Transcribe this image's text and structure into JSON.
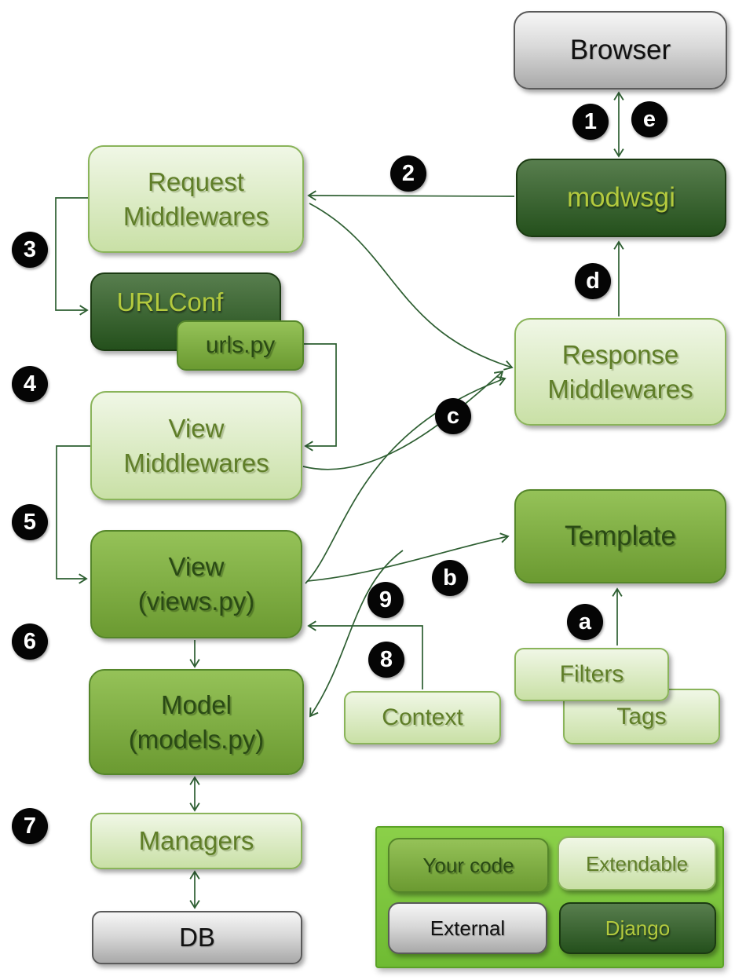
{
  "nodes": {
    "browser": "Browser",
    "modwsgi": "modwsgi",
    "request_middlewares": "Request\nMiddlewares",
    "urlconf": "URLConf",
    "urls_py": "urls.py",
    "view_middlewares": "View\nMiddlewares",
    "view": "View\n(views.py)",
    "model": "Model\n(models.py)",
    "managers": "Managers",
    "db": "DB",
    "response_middlewares": "Response\nMiddlewares",
    "template": "Template",
    "filters": "Filters",
    "tags": "Tags",
    "context": "Context"
  },
  "steps": {
    "s1": "1",
    "s2": "2",
    "s3": "3",
    "s4": "4",
    "s5": "5",
    "s6": "6",
    "s7": "7",
    "s8": "8",
    "s9": "9",
    "sa": "a",
    "sb": "b",
    "sc": "c",
    "sd": "d",
    "se": "e"
  },
  "legend": {
    "your_code": "Your code",
    "extendable": "Extendable",
    "external": "External",
    "django": "Django"
  },
  "colors": {
    "your_code_green": "#7fae3f",
    "extendable_light_green": "#ddedc4",
    "external_gray": "#d9d9d9",
    "django_dark_green": "#3c6233",
    "legend_panel_green": "#7bc43e",
    "arrow_green": "#2d5e31",
    "badge_black": "#050505",
    "dark_box_text": "#b3ca3e",
    "light_box_text": "#5f7e28",
    "medium_box_text": "#2a4a15"
  }
}
